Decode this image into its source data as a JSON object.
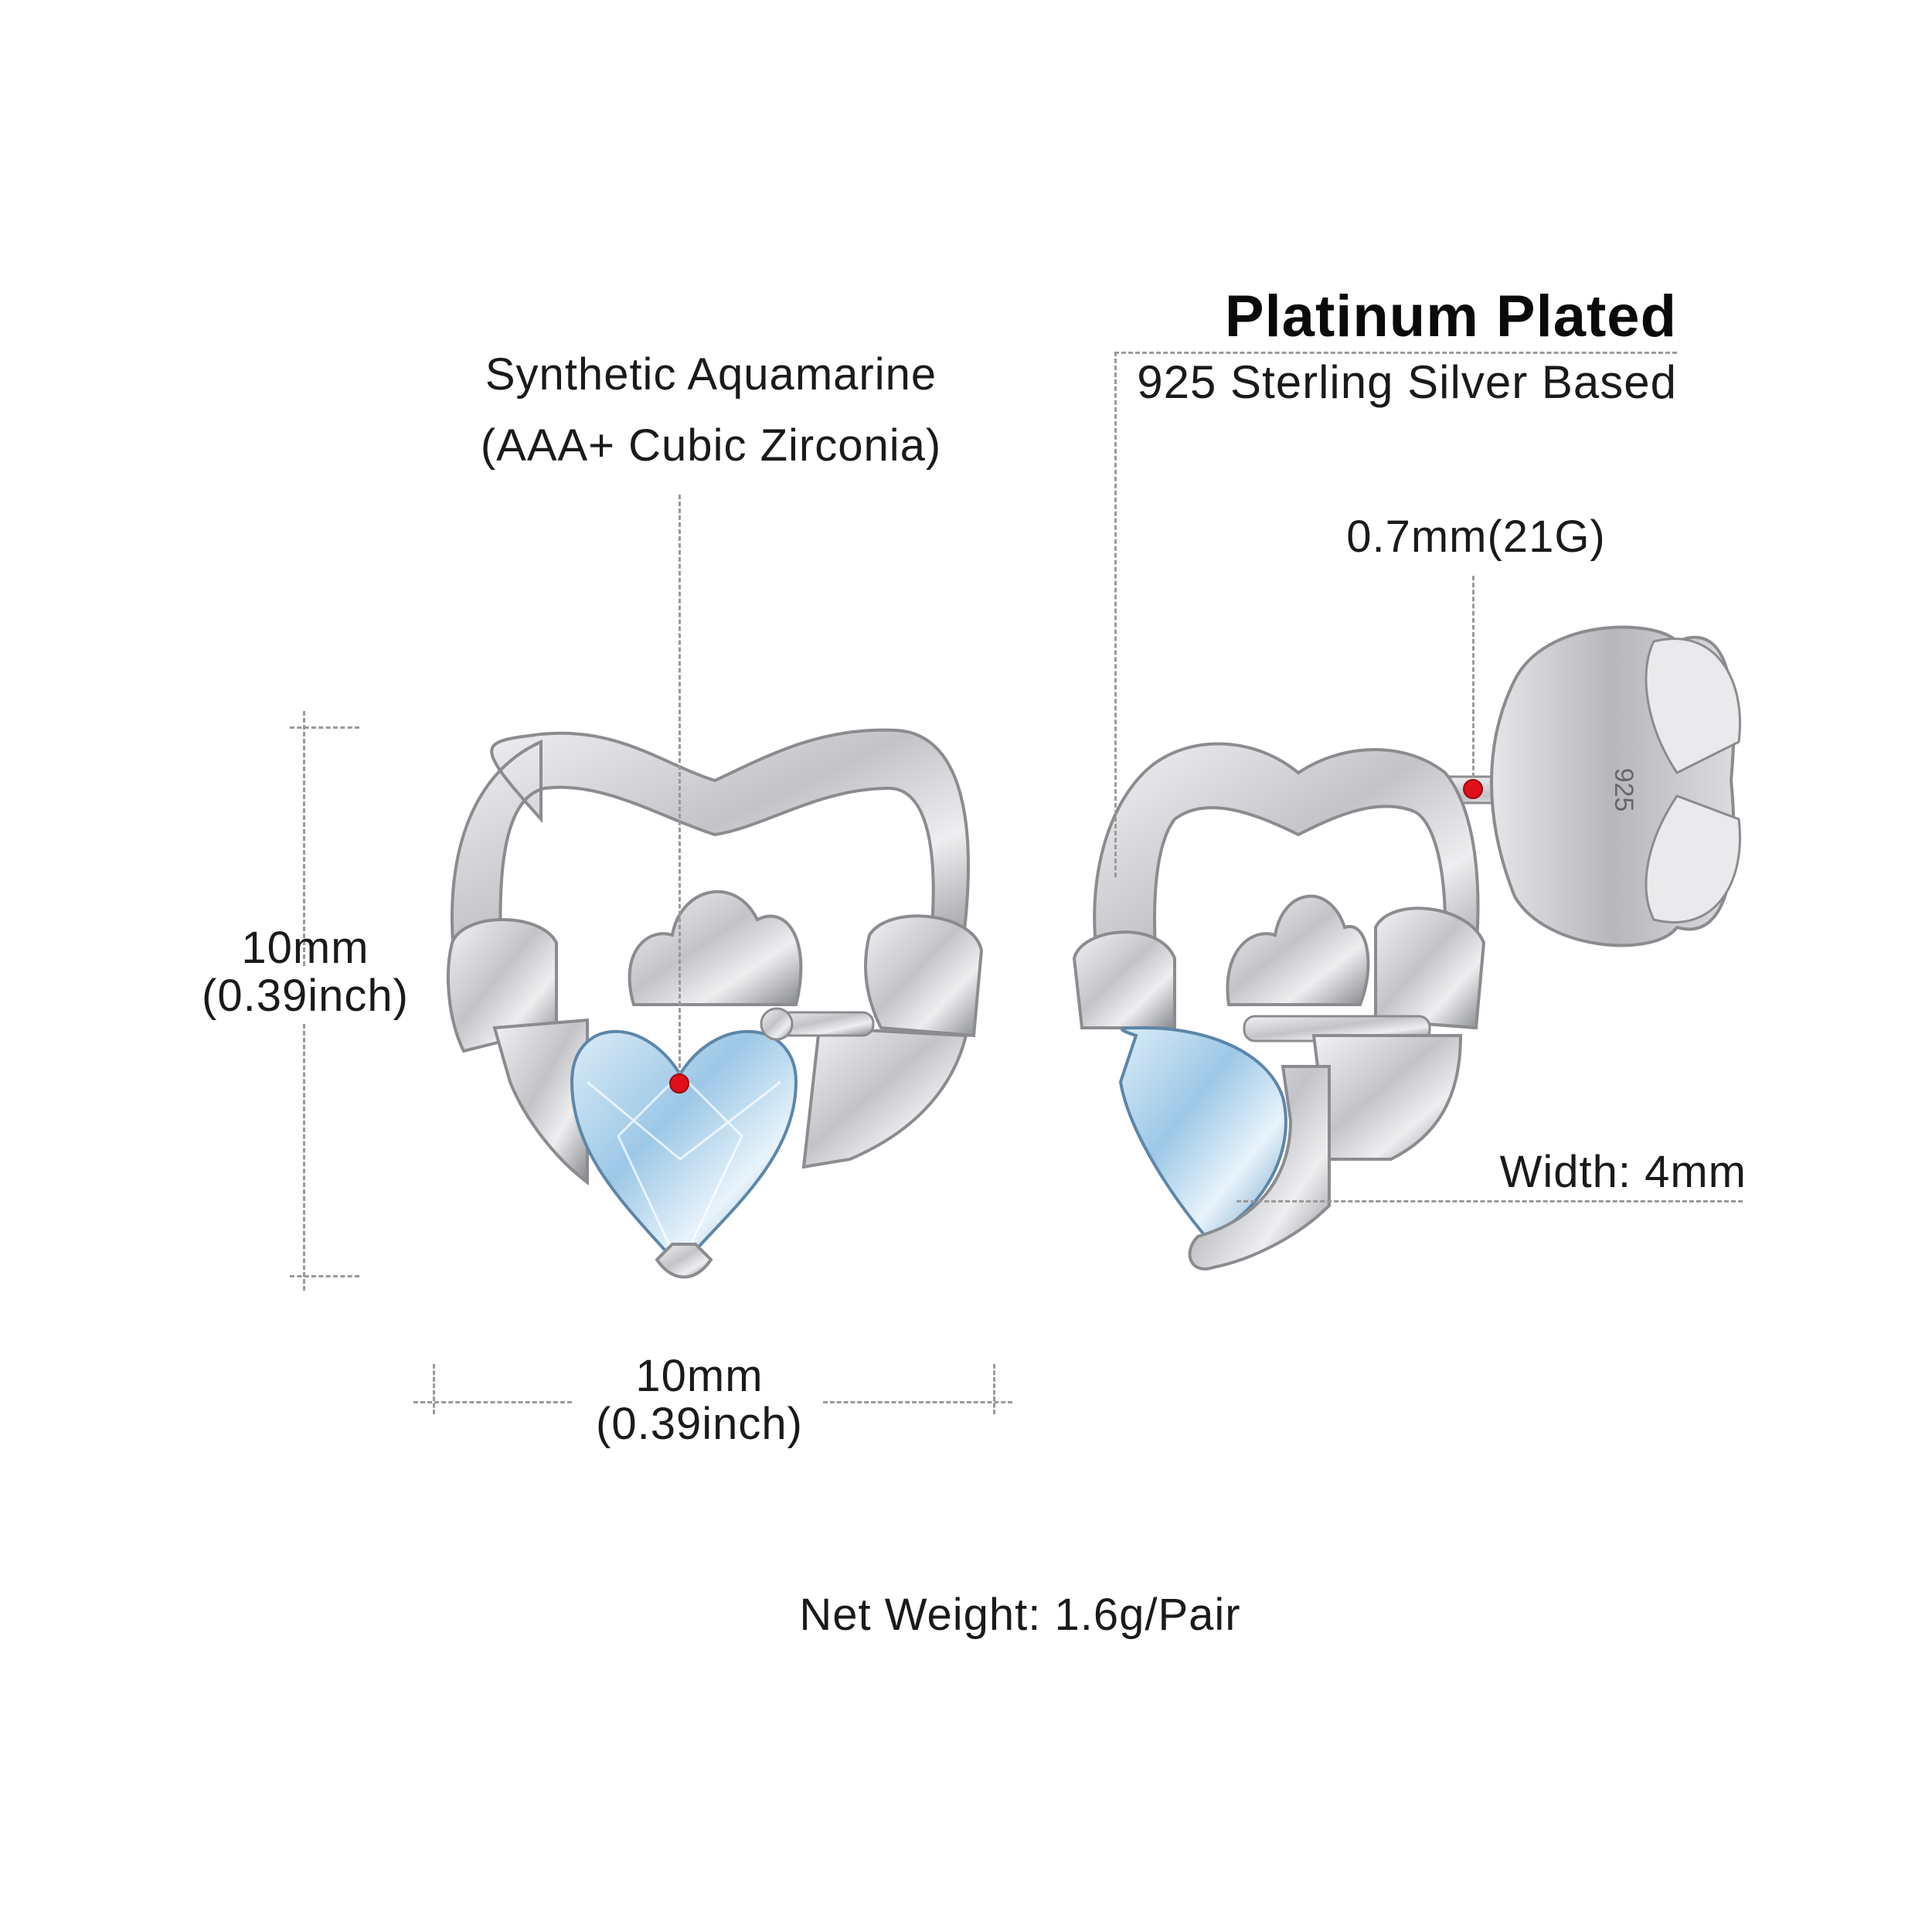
{
  "material": {
    "title": "Platinum Plated",
    "subtitle": "925 Sterling Silver Based"
  },
  "stone": {
    "line1": "Synthetic Aquamarine",
    "line2": "(AAA+ Cubic Zirconia)",
    "color": "#9cc8e6"
  },
  "post": {
    "gauge": "0.7mm(21G)"
  },
  "thickness": {
    "label": "Width: 4mm"
  },
  "height_dim": {
    "mm": "10mm",
    "inch": "(0.39inch)"
  },
  "width_dim": {
    "mm": "10mm",
    "inch": "(0.39inch)"
  },
  "weight": {
    "label": "Net Weight: 1.6g/Pair"
  },
  "colors": {
    "metal": "#c9cacd",
    "metal_highlight": "#f4f4f6",
    "metal_shadow": "#7d7f84",
    "marker_red": "#e0101a",
    "dimension_line": "#9a9a9a"
  },
  "stamp": "925"
}
